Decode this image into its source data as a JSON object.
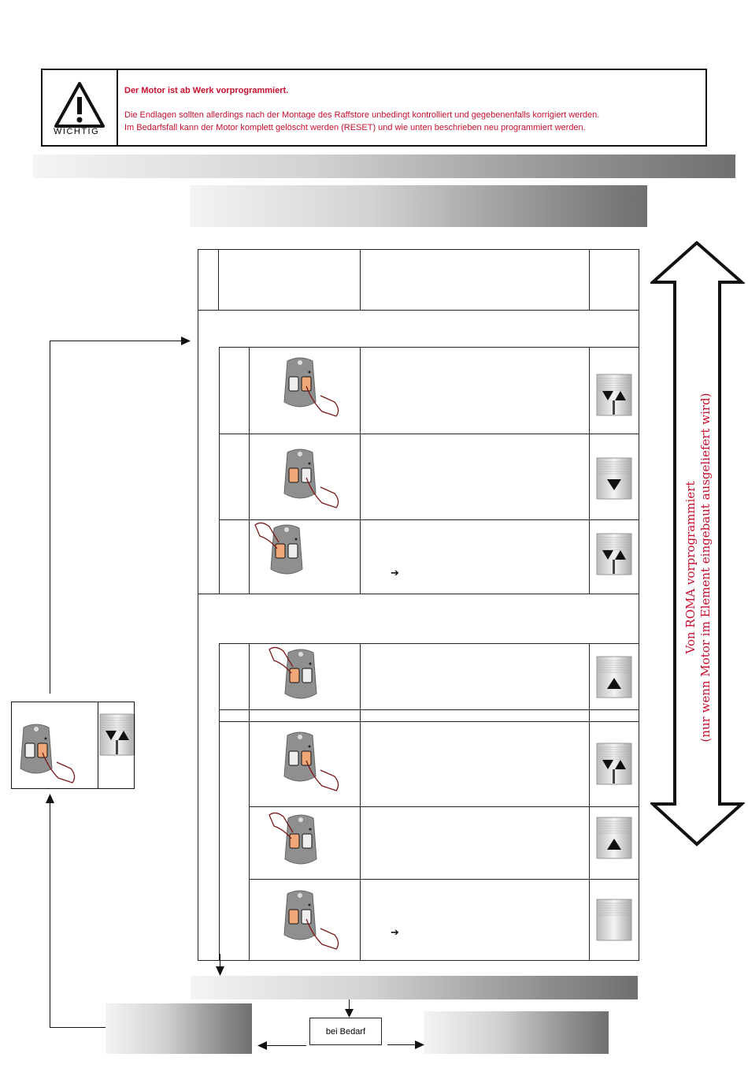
{
  "warning": {
    "icon_label": "WICHTIG",
    "title": "Der Motor ist ab Werk vorprogrammiert.",
    "line1": "Die Endlagen sollten allerdings nach der Montage des Raffstore unbedingt kontrolliert und gegebenenfalls korrigiert werden.",
    "line2": "Im Bedarfsfall kann der Motor komplett gelöscht werden (RESET) und wie unten beschrieben neu programmiert werden."
  },
  "side_arrow": {
    "line1": "Von ROMA vorprogrammiert",
    "line2": "(nur wenn Motor im Element eingebaut ausgeliefert wird)"
  },
  "bottom": {
    "bei_bedarf": "bei Bedarf"
  },
  "arrow_glyph": "➔",
  "colors": {
    "accent_red": "#c8102e",
    "remote_active": "#f0a878",
    "remote_body": "#8f8f8f"
  }
}
